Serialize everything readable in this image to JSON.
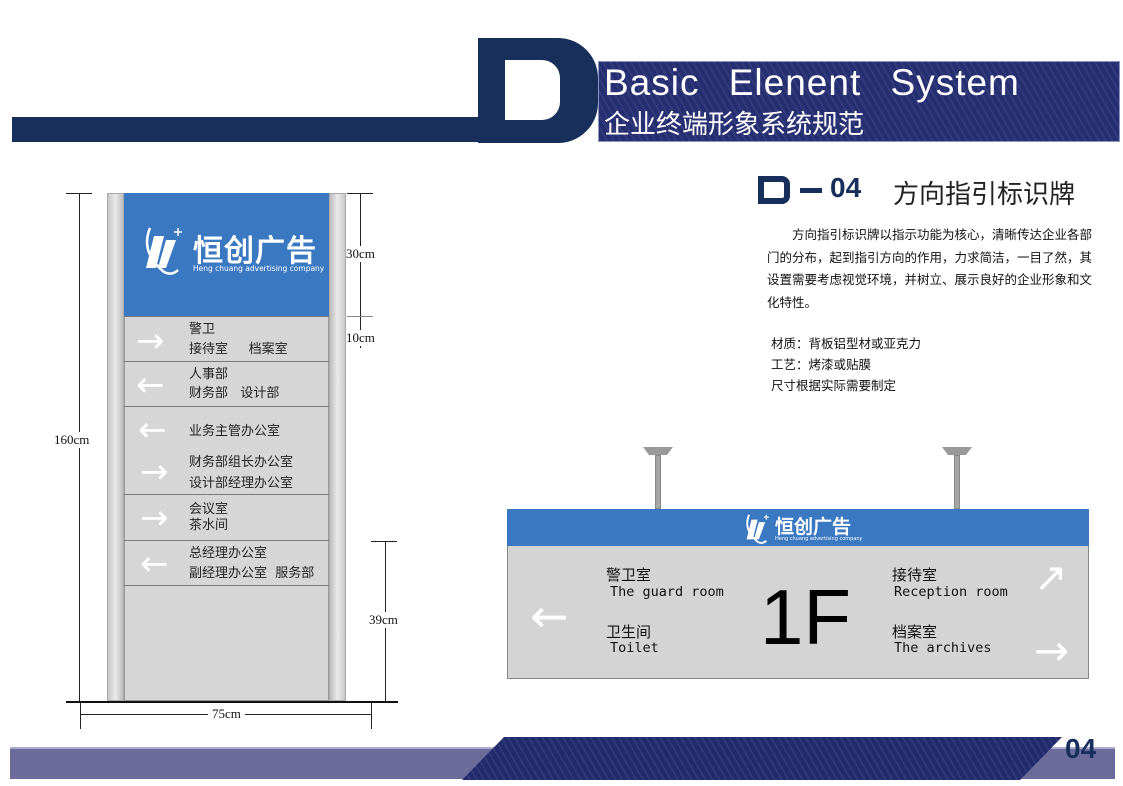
{
  "header": {
    "letter": "D",
    "title_en": "Basic Elenent System",
    "title_zh": "企业终端形象系统规范"
  },
  "section": {
    "code_letter": "D",
    "code_dash": "–",
    "code_num": "04",
    "title": "方向指引标识牌",
    "description": "方向指引标识牌以指示功能为核心，清晰传达企业各部门的分布，起到指引方向的作用，力求简洁，一目了然，其设置需要考虑视觉环境，并树立、展示良好的企业形象和文化特性。",
    "specs": [
      "材质：背板铝型材或亚克力",
      "工艺：烤漆或贴膜",
      "尺寸根据实际需要制定"
    ]
  },
  "brand": {
    "name_zh": "恒创广告",
    "name_en": "Heng chuang advertising company",
    "colors": {
      "brand_blue": "#3a78c2",
      "navy": "#172f5a",
      "panel_gray": "#d6d6d6"
    }
  },
  "vertical_sign": {
    "rows": [
      {
        "arrow": "→",
        "lines": [
          "警卫",
          "接待室     档案室"
        ]
      },
      {
        "arrow": "←",
        "lines": [
          "人事部",
          "财务部   设计部"
        ]
      },
      {
        "arrow": "←",
        "lines": [
          "业务主管办公室"
        ]
      },
      {
        "arrow": "→",
        "lines": [
          "财务部组长办公室",
          "设计部经理办公室"
        ]
      },
      {
        "arrow": "→",
        "lines": [
          "会议室",
          "茶水间"
        ]
      },
      {
        "arrow": "←",
        "lines": [
          "总经理办公室",
          "副经理办公室  服务部"
        ]
      }
    ],
    "dimensions": {
      "total_height": "160cm",
      "header_height": "30cm",
      "row_height": "10cm",
      "base_height": "39cm",
      "width": "75cm"
    }
  },
  "hanging_sign": {
    "floor": "1F",
    "left_arrow": "←",
    "left_items": [
      {
        "zh": "警卫室",
        "en": "The guard room"
      },
      {
        "zh": "卫生间",
        "en": "Toilet"
      }
    ],
    "right_items": [
      {
        "zh": "接待室",
        "en": "Reception room",
        "arrow": "↗"
      },
      {
        "zh": "档案室",
        "en": "The archives",
        "arrow": "→"
      }
    ]
  },
  "footer": {
    "page_number": "04"
  }
}
